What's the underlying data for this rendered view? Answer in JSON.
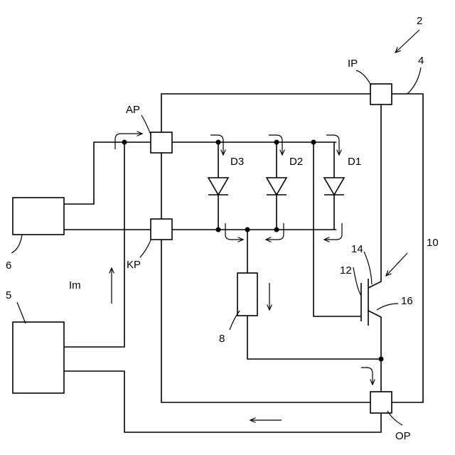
{
  "labels": {
    "device": "2",
    "outer_loop": "4",
    "diode_1": "D1",
    "diode_2": "D2",
    "diode_3": "D3",
    "terminal_ap": "AP",
    "terminal_kp": "KP",
    "terminal_ip": "IP",
    "terminal_op": "OP",
    "source_5": "5",
    "unit_6": "6",
    "resistor": "8",
    "transistor": "10",
    "gate": "12",
    "drain": "14",
    "source_pin": "16",
    "current": "Im"
  }
}
